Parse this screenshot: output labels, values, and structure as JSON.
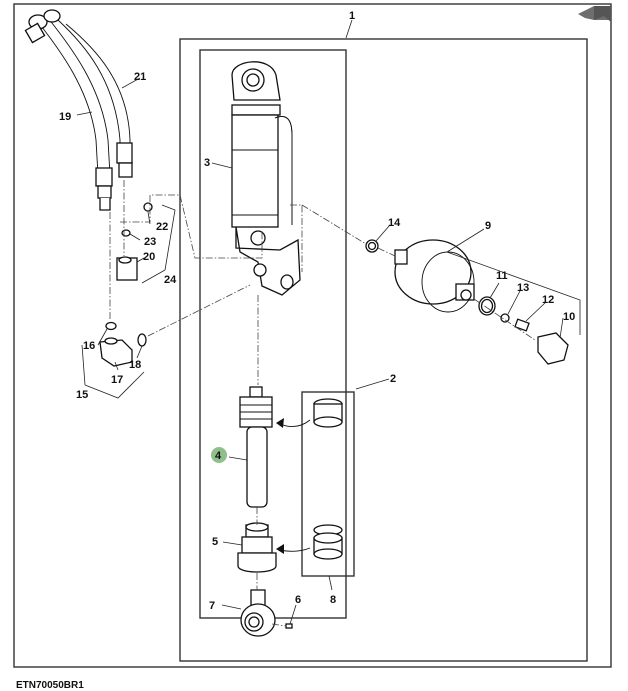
{
  "diagram": {
    "reference_code": "ETN70050BR1",
    "highlight_color": "#8fbf8a",
    "nav_arrow_color": "#6e6e6e",
    "callouts": [
      {
        "id": "1",
        "label": "1"
      },
      {
        "id": "2",
        "label": "2"
      },
      {
        "id": "3",
        "label": "3"
      },
      {
        "id": "4",
        "label": "4",
        "highlighted": true
      },
      {
        "id": "5",
        "label": "5"
      },
      {
        "id": "6",
        "label": "6"
      },
      {
        "id": "7",
        "label": "7"
      },
      {
        "id": "8",
        "label": "8"
      },
      {
        "id": "9",
        "label": "9"
      },
      {
        "id": "10",
        "label": "10"
      },
      {
        "id": "11",
        "label": "11"
      },
      {
        "id": "12",
        "label": "12"
      },
      {
        "id": "13",
        "label": "13"
      },
      {
        "id": "14",
        "label": "14"
      },
      {
        "id": "15",
        "label": "15"
      },
      {
        "id": "16",
        "label": "16"
      },
      {
        "id": "17",
        "label": "17"
      },
      {
        "id": "18",
        "label": "18"
      },
      {
        "id": "19",
        "label": "19"
      },
      {
        "id": "20",
        "label": "20"
      },
      {
        "id": "21",
        "label": "21"
      },
      {
        "id": "22",
        "label": "22"
      },
      {
        "id": "23",
        "label": "23"
      },
      {
        "id": "24",
        "label": "24"
      }
    ]
  }
}
